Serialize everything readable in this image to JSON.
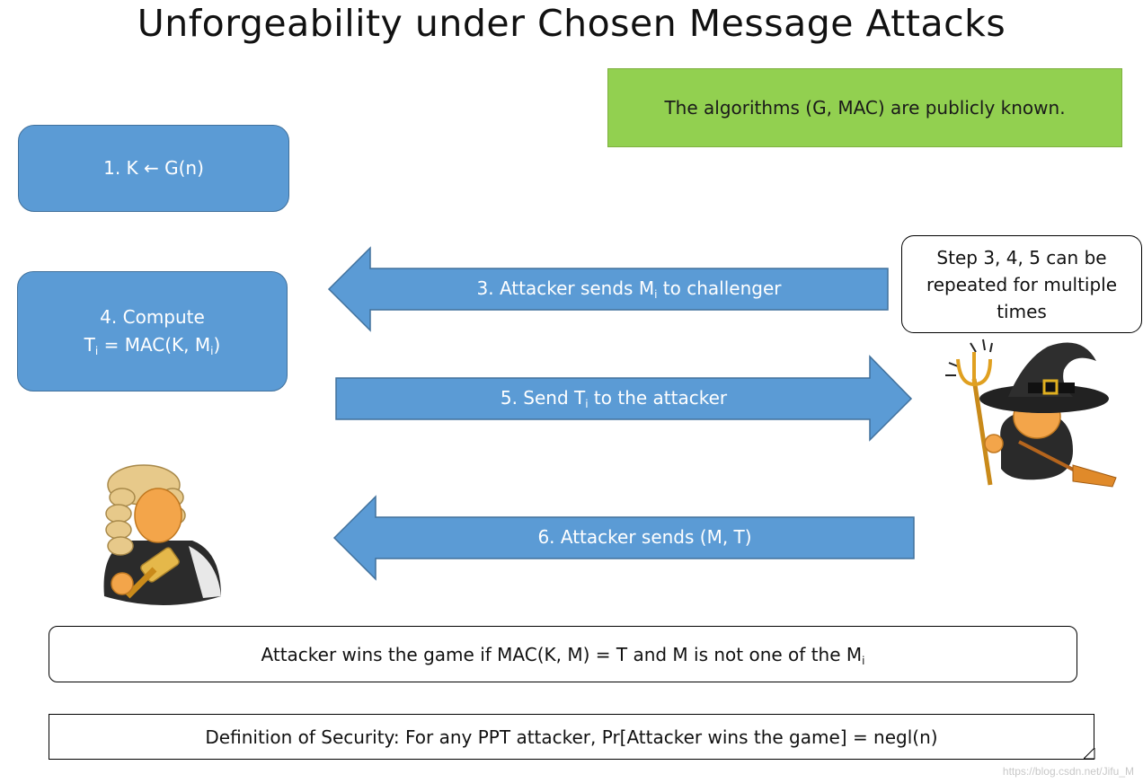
{
  "title": "Unforgeability under Chosen Message Attacks",
  "note": "The algorithms (G, MAC) are publicly known.",
  "step1": "1. K ← G(n)",
  "step4": {
    "line1": "4. Compute",
    "t": "T",
    "t_sub": "i",
    "eq": " = MAC(K,  M",
    "m_sub": "i",
    "close": ")"
  },
  "arrow3": {
    "prefix": "3. Attacker sends M",
    "sub": "i",
    "suffix": " to challenger"
  },
  "arrow5": {
    "prefix": "5. Send T",
    "sub": "i",
    "suffix": " to the attacker"
  },
  "arrow6": "6. Attacker sends (M, T)",
  "repeat_note": "Step 3, 4, 5 can be repeated for multiple times",
  "win_condition": {
    "text": "Attacker wins the game if MAC(K, M) = T and M is not one of the M",
    "sub": "i"
  },
  "definition": "Definition of Security: For any PPT attacker, Pr[Attacker wins the game] = negl(n)",
  "watermark": "https://blog.csdn.net/Jifu_M",
  "colors": {
    "blue": "#5b9bd5",
    "blue_border": "#41719c",
    "green": "#92d050"
  },
  "icons": {
    "challenger": "judge-icon",
    "attacker": "witch-icon"
  }
}
